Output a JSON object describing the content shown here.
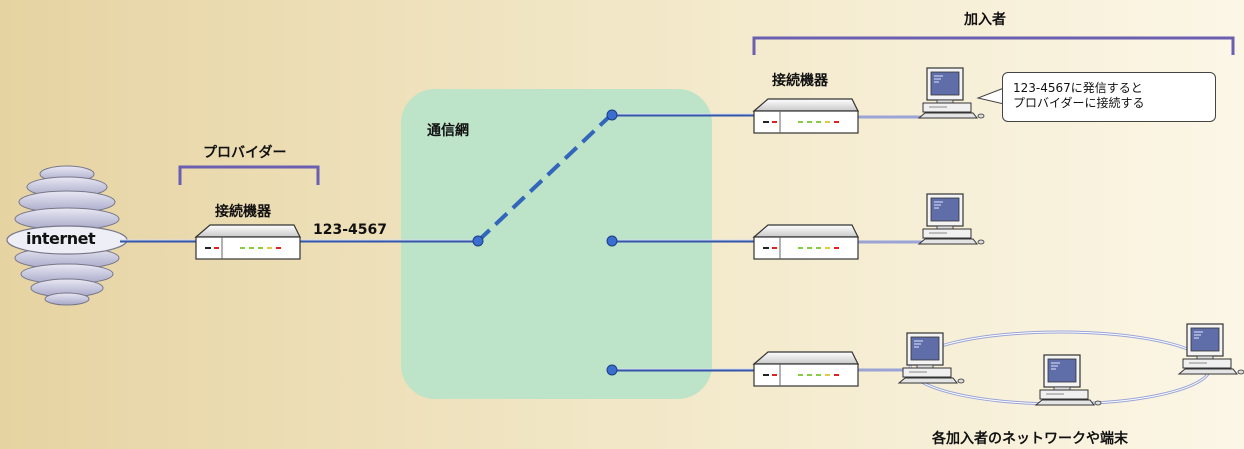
{
  "internet_label": "internet",
  "provider": {
    "title": "プロバイダー",
    "device_label": "接続機器"
  },
  "phone_number": "123-4567",
  "network_label": "通信網",
  "subscriber": {
    "title": "加入者",
    "device_label": "接続機器"
  },
  "bubble": {
    "line1": "123-4567に発信すると",
    "line2": "プロバイダーに接続する"
  },
  "footer_label": "各加入者のネットワークや端末"
}
